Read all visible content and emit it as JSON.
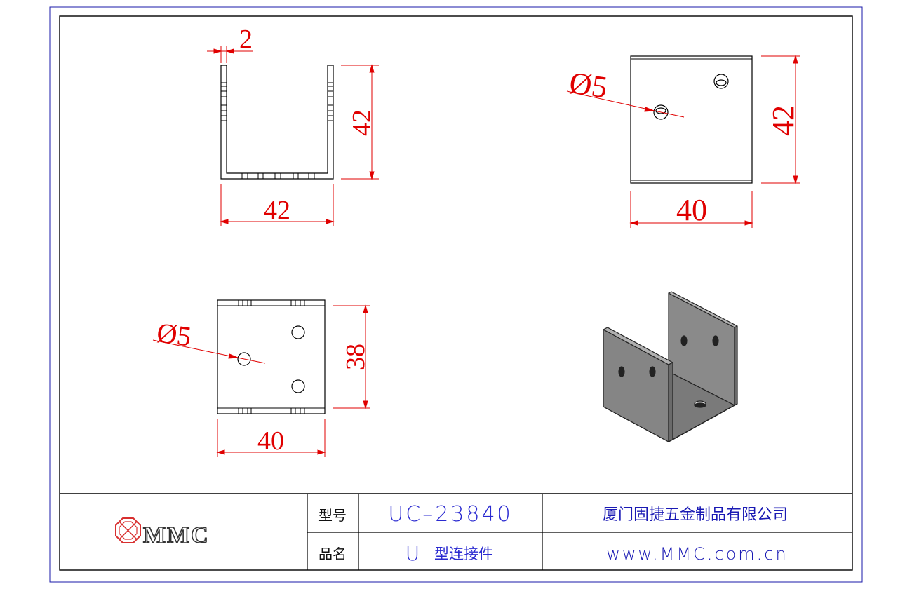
{
  "dimensions": {
    "front_thickness": "2",
    "front_height": "42",
    "front_width": "42",
    "top_hole": "Ø5",
    "top_height": "42",
    "top_width": "40",
    "bottom_hole": "Ø5",
    "bottom_height": "38",
    "bottom_width": "40"
  },
  "title_block": {
    "logo_text": "MMC",
    "model_label": "型号",
    "model_value": "UC–23840",
    "name_label": "品名",
    "name_prefix": "U",
    "name_value": "型连接件",
    "company": "厦门固捷五金制品有限公司",
    "website": "www.MMC.com.cn"
  },
  "colors": {
    "dimension": "#e00000",
    "frame": "#000000",
    "border_blue": "#1a1aa8",
    "title_blue": "#1a1ab4",
    "part_fill": "#808080"
  },
  "icons": {
    "logo": "octagon-cross-logo-icon"
  }
}
